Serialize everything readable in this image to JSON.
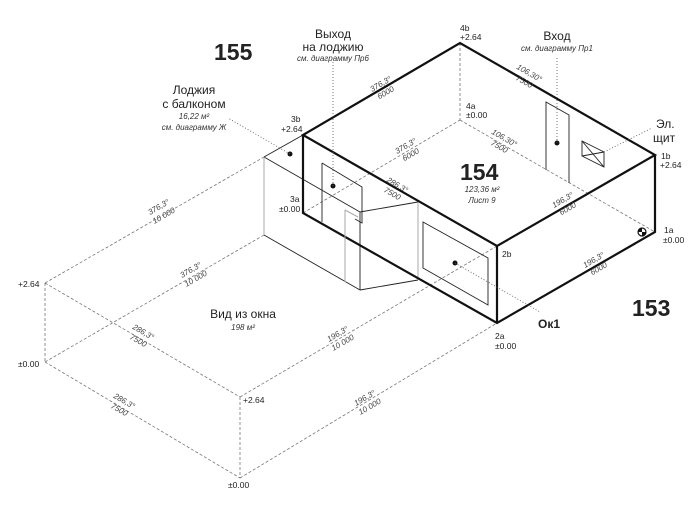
{
  "rooms": {
    "r155": "155",
    "r154": "154",
    "r154_area": "123,36 м²",
    "r154_sheet": "Лист 9",
    "r153": "153"
  },
  "callouts": {
    "exit_title1": "Выход",
    "exit_title2": "на лоджию",
    "exit_ref": "см. диаграмму Пр6",
    "entry_title": "Вход",
    "entry_ref": "см. диаграмму Пр1",
    "loggia_title1": "Лоджия",
    "loggia_title2": "с балконом",
    "loggia_area": "16,22 м²",
    "loggia_ref": "см. диаграмму Ж",
    "panel_title1": "Эл.",
    "panel_title2": "щит",
    "window": "Ок1",
    "view_title": "Вид из окна",
    "view_area": "198 м²"
  },
  "corners": {
    "c4b": "4b",
    "c4b_h": "+2.64",
    "c4a": "4a",
    "c4a_h": "±0.00",
    "c3b": "3b",
    "c3b_h": "+2.64",
    "c3a": "3a",
    "c3a_h": "±0.00",
    "c1b": "1b",
    "c1b_h": "+2.64",
    "c1a": "1a",
    "c1a_h": "±0.00",
    "c2b": "2b",
    "c2a": "2a",
    "c2a_h": "±0.00",
    "v_top_left": "+2.64",
    "v_bot_left": "±0.00",
    "v_top_front": "+2.64",
    "v_bot_front": "±0.00"
  },
  "dimensions": [
    {
      "angle": "376,3°",
      "length": "6000"
    },
    {
      "angle": "106,30°",
      "length": "7500"
    },
    {
      "angle": "376,3°",
      "length": "6000"
    },
    {
      "angle": "106,30°",
      "length": "7500"
    },
    {
      "angle": "286,3°",
      "length": "7500"
    },
    {
      "angle": "196,3°",
      "length": "6000"
    },
    {
      "angle": "196,3°",
      "length": "6000"
    },
    {
      "angle": "376,3°",
      "length": "10 000"
    },
    {
      "angle": "376,3°",
      "length": "10 000"
    },
    {
      "angle": "286,3°",
      "length": "7500"
    },
    {
      "angle": "286,3°",
      "length": "7500"
    },
    {
      "angle": "196,3°",
      "length": "10 000"
    },
    {
      "angle": "196,3°",
      "length": "10 000"
    }
  ]
}
